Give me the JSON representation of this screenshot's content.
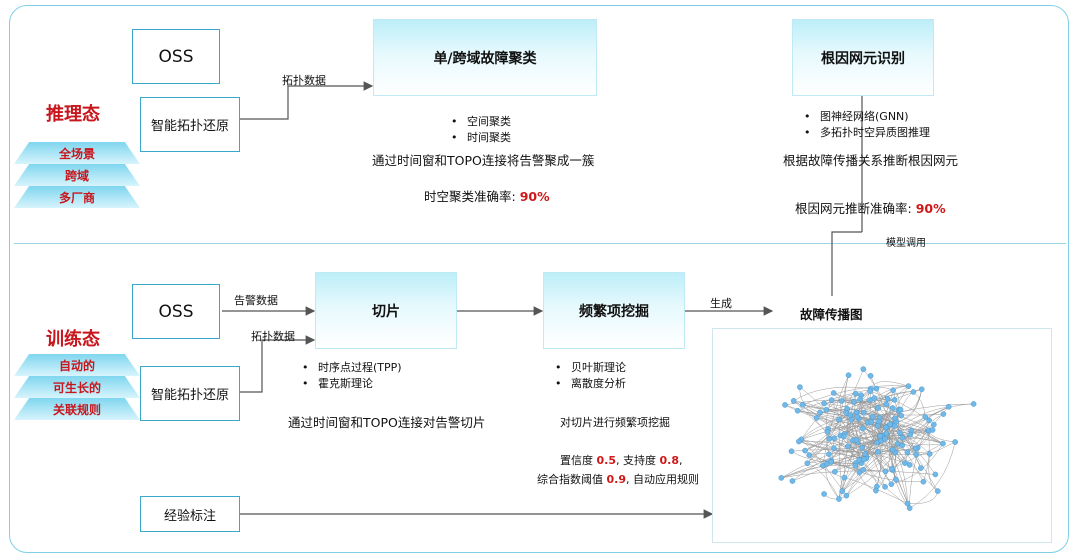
{
  "inference": {
    "state_title": "推理态",
    "layers": [
      "全场景",
      "跨域",
      "多厂商"
    ],
    "oss_label": "OSS",
    "topo_restore_label": "智能拓扑还原",
    "topo_data_label": "拓扑数据",
    "cluster": {
      "title": "单/跨域故障聚类",
      "bullets": [
        "空间聚类",
        "时间聚类"
      ],
      "desc": "通过时间窗和TOPO连接将告警聚成一簇",
      "accuracy_label": "时空聚类准确率:",
      "accuracy_value": "90%"
    },
    "root_cause": {
      "title": "根因网元识别",
      "bullets": [
        "图神经网络(GNN)",
        "多拓扑时空异质图推理"
      ],
      "desc": "根据故障传播关系推断根因网元",
      "accuracy_label": "根因网元推断准确率:",
      "accuracy_value": "90%"
    },
    "model_call_label": "模型调用"
  },
  "training": {
    "state_title": "训练态",
    "layers": [
      "自动的",
      "可生长的",
      "关联规则"
    ],
    "oss_label": "OSS",
    "alarm_data_label": "告警数据",
    "topo_data_label": "拓扑数据",
    "topo_restore_label": "智能拓扑还原",
    "slice": {
      "title": "切片",
      "bullets": [
        "时序点过程(TPP)",
        "霍克斯理论"
      ],
      "desc": "通过时间窗和TOPO连接对告警切片"
    },
    "mining": {
      "title": "频繁项挖掘",
      "bullets": [
        "贝叶斯理论",
        "离散度分析"
      ],
      "desc": "对切片进行频繁项挖掘",
      "params_line1_parts": [
        "置信度 ",
        "0.5",
        ", 支持度 ",
        "0.8",
        ","
      ],
      "params_line2_parts": [
        "综合指数阈值 ",
        "0.9",
        ", 自动应用规则"
      ]
    },
    "generate_label": "生成",
    "graph_title": "故障传播图",
    "expert_label": "经验标注"
  },
  "colors": {
    "accent_red": "#c8161d",
    "box_border": "#3aa8c9",
    "teal_gradient_top": "#bdeef8",
    "frame_border": "#7fd0e6"
  }
}
